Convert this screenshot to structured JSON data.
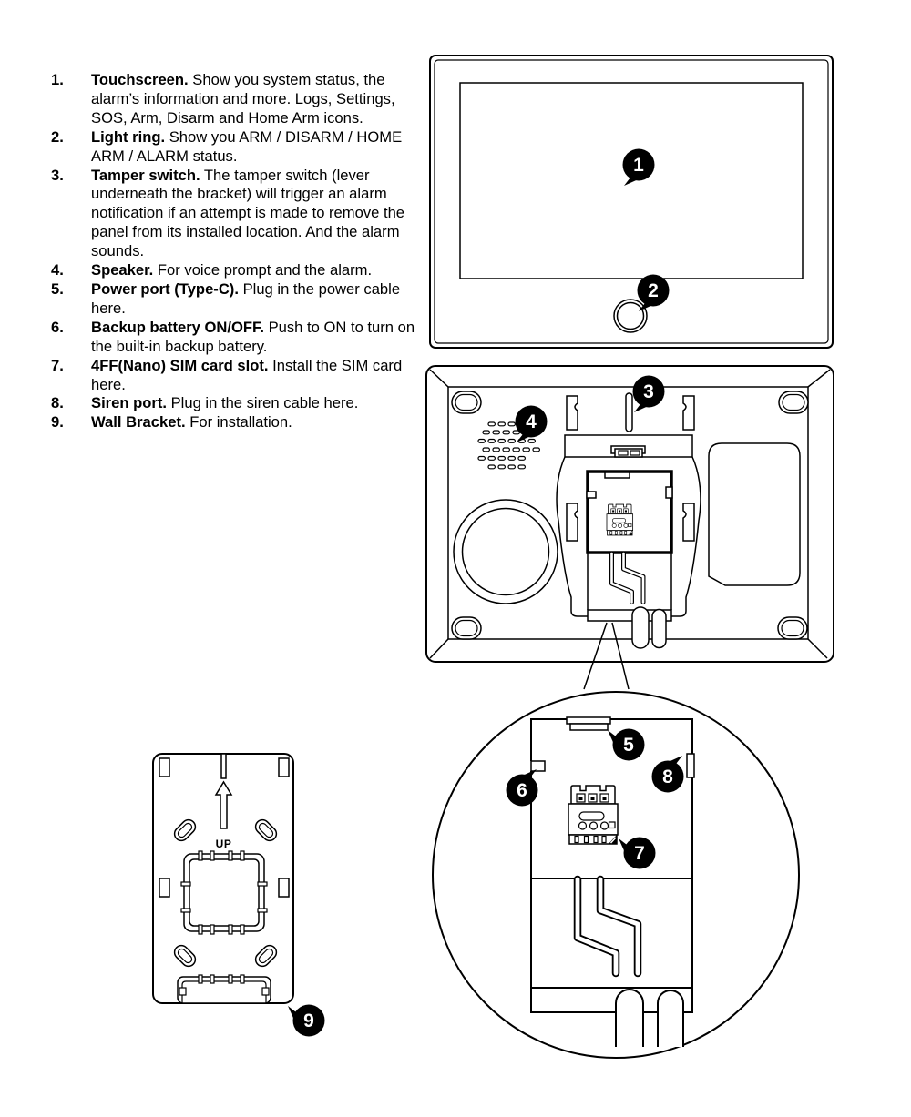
{
  "colors": {
    "background": "#ffffff",
    "ink": "#000000",
    "callout_bg": "#000000",
    "callout_text": "#ffffff"
  },
  "legend": {
    "items": [
      {
        "num": "1.",
        "title": "Touchscreen.",
        "desc": "Show you system status, the alarm’s information and more. Logs, Settings, SOS, Arm, Disarm and Home Arm icons."
      },
      {
        "num": "2.",
        "title": "Light ring.",
        "desc": "Show you ARM / DISARM / HOME ARM / ALARM status."
      },
      {
        "num": "3.",
        "title": "Tamper switch.",
        "desc": "The tamper switch (lever underneath the bracket) will trigger an alarm notification if an attempt is made to remove the panel from its installed location. And the alarm sounds."
      },
      {
        "num": "4.",
        "title": "Speaker.",
        "desc": "For voice prompt and the alarm."
      },
      {
        "num": "5.",
        "title": "Power port (Type-C).",
        "desc": "Plug in the power cable here."
      },
      {
        "num": "6.",
        "title": "Backup battery ON/OFF.",
        "desc": "Push to ON to turn on the built-in backup battery."
      },
      {
        "num": "7.",
        "title": "4FF(Nano) SIM card slot.",
        "desc": "Install the SIM card here."
      },
      {
        "num": "8.",
        "title": "Siren port.",
        "desc": "Plug in the siren cable here."
      },
      {
        "num": "9.",
        "title": "Wall Bracket.",
        "desc": "For installation."
      }
    ]
  },
  "callouts": {
    "labels": [
      "1",
      "2",
      "3",
      "4",
      "5",
      "6",
      "7",
      "8",
      "9"
    ]
  },
  "bracket": {
    "up_label": "UP"
  }
}
